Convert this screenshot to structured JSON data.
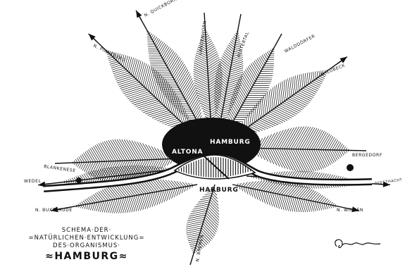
{
  "city_labels": {
    "hamburg": "HAMBURG",
    "altona": "ALTONA",
    "harburg": "HARBURG"
  },
  "rays": [
    {
      "label": "N. QUICKBORN"
    },
    {
      "label": "N. PINNEBERG"
    },
    {
      "label": "LANGENHORN"
    },
    {
      "label": "ALSTERTAL"
    },
    {
      "label": "WALDDÖRFER"
    },
    {
      "label": "N. LÜBECK"
    },
    {
      "label": "BERGEDORF"
    },
    {
      "label": "GEESTHACHT"
    },
    {
      "label": "N. WINSEN"
    },
    {
      "label": "N. BREMEN"
    },
    {
      "label": "N. BUXTEHUDE"
    },
    {
      "label": "WEDEL"
    },
    {
      "label": "BLANKENESE"
    }
  ],
  "title": {
    "line1": "SCHEMA·DER·",
    "line2": "=NATÜRLICHEN·ENTWICKLUNG=",
    "line3": "DES·ORGANISMUS·",
    "line4": "≈HAMBURG≈"
  },
  "colors": {
    "ink": "#111111",
    "paper": "#ffffff"
  }
}
